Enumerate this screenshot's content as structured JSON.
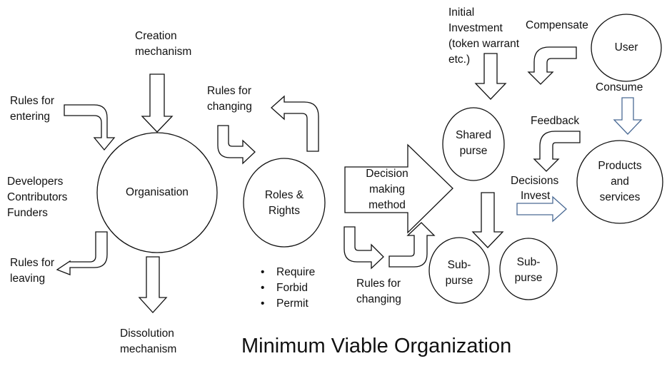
{
  "title": "Minimum Viable Organization",
  "nodes": {
    "organisation": "Organisation",
    "roles_rights": [
      "Roles &",
      "Rights"
    ],
    "shared_purse": [
      "Shared",
      "purse"
    ],
    "sub_purse_1": [
      "Sub-",
      "purse"
    ],
    "sub_purse_2": [
      "Sub-",
      "purse"
    ],
    "user": "User",
    "products": [
      "Products",
      "and",
      "services"
    ],
    "decision_method": [
      "Decision",
      "making",
      "method"
    ]
  },
  "labels": {
    "creation": [
      "Creation",
      "mechanism"
    ],
    "rules_entering": [
      "Rules for",
      "entering"
    ],
    "participants": [
      "Developers",
      "Contributors",
      "Funders"
    ],
    "rules_leaving": [
      "Rules for",
      "leaving"
    ],
    "dissolution": [
      "Dissolution",
      "mechanism"
    ],
    "rules_changing_top": [
      "Rules for",
      "changing"
    ],
    "rules_changing_bottom": [
      "Rules for",
      "changing"
    ],
    "initial_investment": [
      "Initial",
      "Investment",
      "(token warrant",
      "etc.)"
    ],
    "compensate": "Compensate",
    "consume": "Consume",
    "feedback": "Feedback",
    "decisions": "Decisions",
    "invest": "Invest"
  },
  "bullets": [
    "Require",
    "Forbid",
    "Permit"
  ],
  "colors": {
    "stroke": "#111111",
    "accent": "#4a6a94",
    "background": "#ffffff"
  }
}
